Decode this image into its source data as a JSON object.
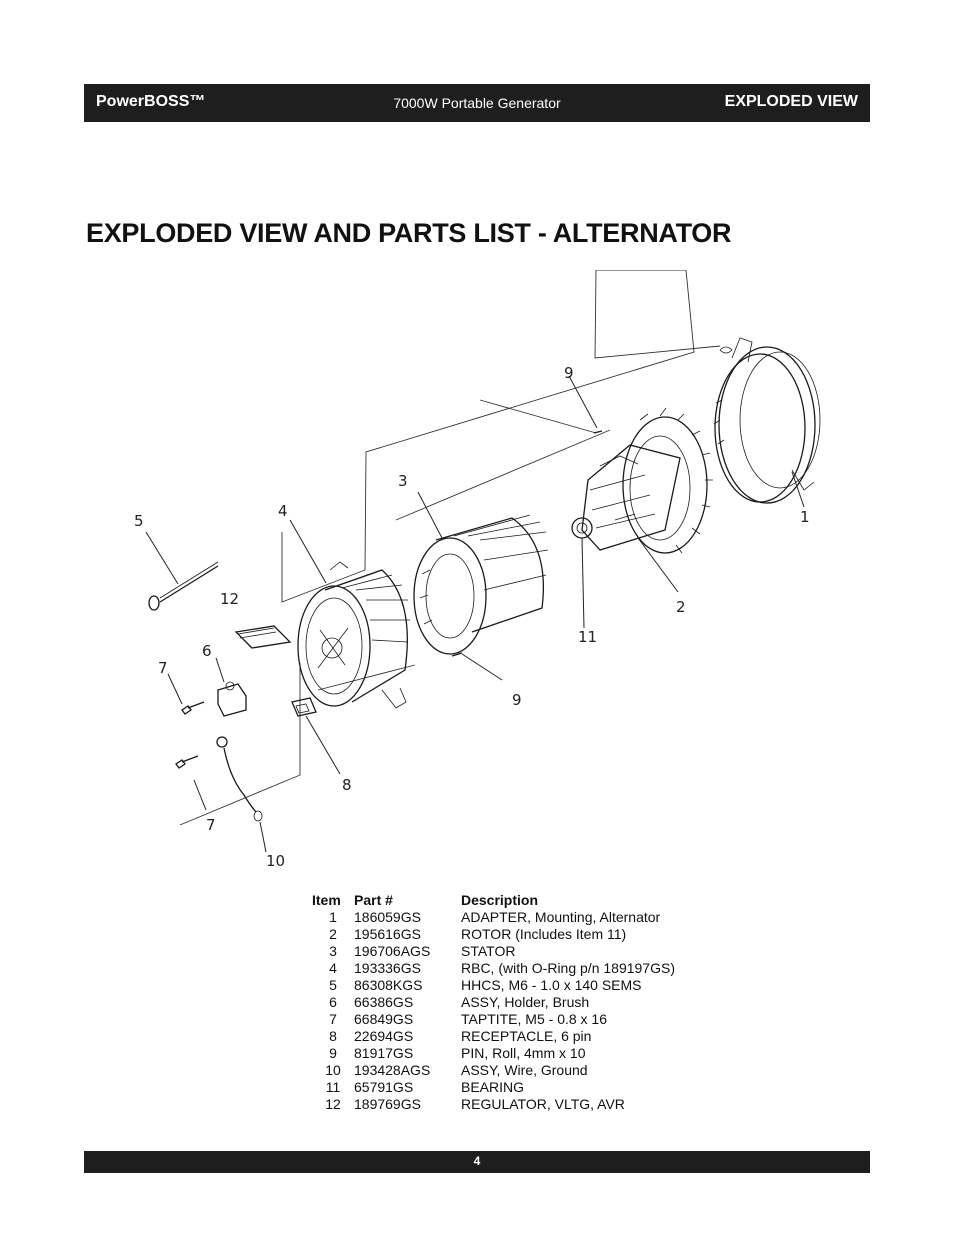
{
  "header": {
    "brand": "PowerBOSS™",
    "document_title": "7000W Portable Generator",
    "section": "EXPLODED VIEW"
  },
  "page_title": "EXPLODED VIEW AND PARTS LIST - ALTERNATOR",
  "diagram": {
    "callouts": [
      "1",
      "2",
      "3",
      "4",
      "5",
      "6",
      "7",
      "7",
      "8",
      "9",
      "9",
      "10",
      "11",
      "12"
    ]
  },
  "parts_list": {
    "headers": {
      "item": "Item",
      "part": "Part #",
      "description": "Description"
    },
    "rows": [
      {
        "item": "1",
        "part": "186059GS",
        "description": "ADAPTER, Mounting, Alternator"
      },
      {
        "item": "2",
        "part": "195616GS",
        "description": "ROTOR (Includes Item 11)"
      },
      {
        "item": "3",
        "part": "196706AGS",
        "description": "STATOR"
      },
      {
        "item": "4",
        "part": "193336GS",
        "description": "RBC, (with O-Ring p/n 189197GS)"
      },
      {
        "item": "5",
        "part": "86308KGS",
        "description": "HHCS, M6 - 1.0 x 140 SEMS"
      },
      {
        "item": "6",
        "part": "66386GS",
        "description": "ASSY, Holder, Brush"
      },
      {
        "item": "7",
        "part": "66849GS",
        "description": "TAPTITE, M5 - 0.8 x 16"
      },
      {
        "item": "8",
        "part": "22694GS",
        "description": "RECEPTACLE, 6 pin"
      },
      {
        "item": "9",
        "part": "81917GS",
        "description": "PIN, Roll, 4mm x 10"
      },
      {
        "item": "10",
        "part": "193428AGS",
        "description": "ASSY, Wire, Ground"
      },
      {
        "item": "11",
        "part": "65791GS",
        "description": "BEARING"
      },
      {
        "item": "12",
        "part": "189769GS",
        "description": "REGULATOR, VLTG, AVR"
      }
    ]
  },
  "footer": {
    "page_number": "4"
  }
}
